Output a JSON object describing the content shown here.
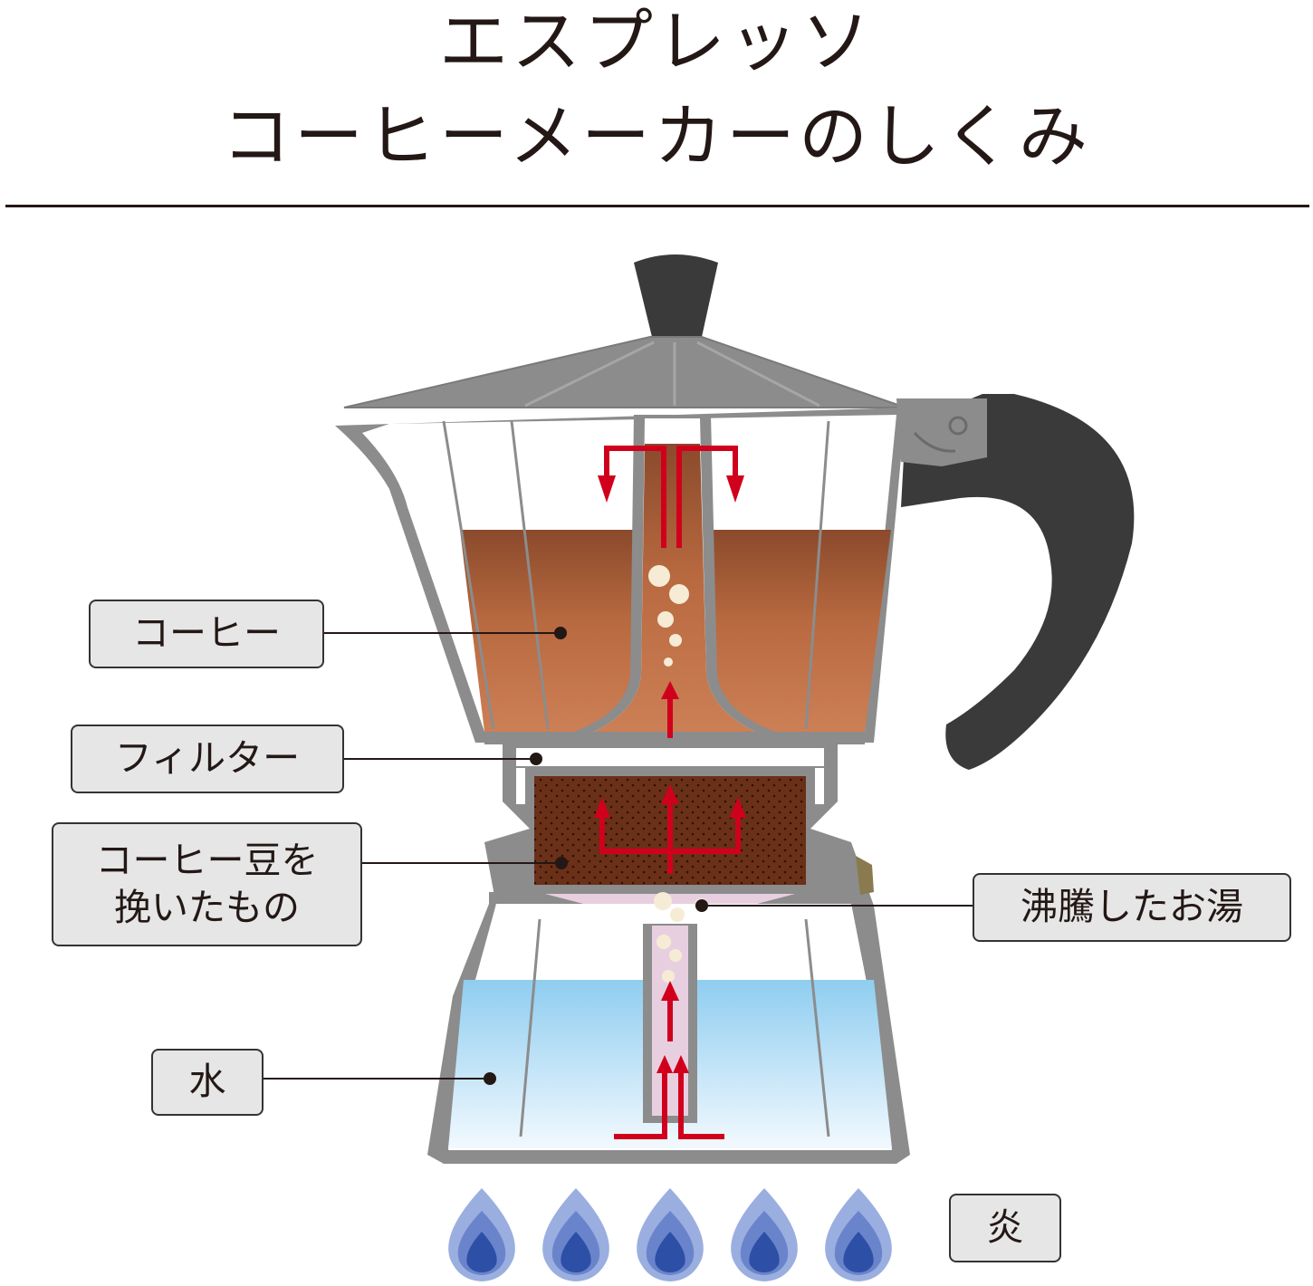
{
  "title": {
    "line1": "エスプレッソ",
    "line2": "コーヒーメーカーのしくみ"
  },
  "labels": {
    "coffee": "コーヒー",
    "filter": "フィルター",
    "grounds_line1": "コーヒー豆を",
    "grounds_line2": "挽いたもの",
    "boiling_water": "沸騰したお湯",
    "water": "水",
    "flame": "炎"
  },
  "colors": {
    "coffee_top": "#8a4a2c",
    "coffee_bottom": "#c97a50",
    "grounds": "#6b3018",
    "steam": "#e8cfe0",
    "water_top": "#8fcdf0",
    "water_bottom": "#eaf6fd",
    "pot_metal": "#8c8c8c",
    "handle": "#3a3a3a",
    "arrow": "#d0001c",
    "flame_outer": "#9aaee0",
    "flame_inner": "#2e4fa6"
  }
}
